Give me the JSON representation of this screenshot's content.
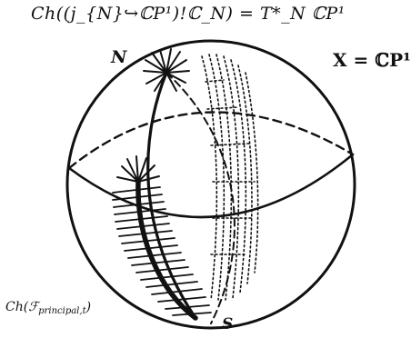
{
  "labels": {
    "top_formula": "Ch((j_{N}↪ℂP¹)!ℂ_N) = T*_N ℂP¹",
    "space": "X = ℂP¹",
    "north": "N",
    "south": "S",
    "bottom_formula_main": "Ch(ℱ",
    "bottom_formula_sub": "principal,t",
    "bottom_formula_close": ")"
  },
  "colors": {
    "ink": "#111111",
    "background": "#ffffff"
  }
}
